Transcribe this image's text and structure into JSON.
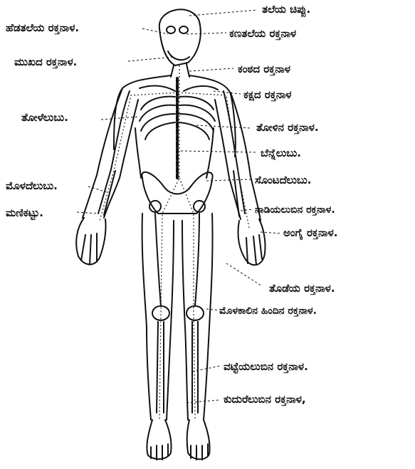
{
  "labels": {
    "skull": "ತಲೆಯ ಚಿಪ್ಪು.",
    "temporal_artery": "ಹೆಡತಲೆಯ ರಕ್ತನಾಳ.",
    "forehead_artery": "ಕಣತಲೆಯ ರಕ್ತನಾಳ",
    "facial_artery": "ಮುಖದ ರಕ್ತನಾಳ.",
    "neck_artery": "ಕಂಠದ ರಕ್ತನಾಳ",
    "chest_artery": "ಕಕ್ಷದ ರಕ್ತನಾಳ",
    "shoulder_bone": "ತೋಳೆಲುಬು.",
    "arm_artery": "ತೋಳಿನ ರಕ್ತನಾಳ.",
    "spine": "ಬೆನ್ನೆಲುಬು.",
    "forearm_bone": "ಮೊಳದೆಲುಬು.",
    "hip_bone": "ಸೊಂಟದೆಲುಬು.",
    "wrist": "ಮಣಿಕಟ್ಟು.",
    "radial_artery": "ನಾಡಿಯಲುಬಿನ ರಕ್ತನಾಳ.",
    "finger_artery": "ಅಂಗೈ ರಕ್ತನಾಳ.",
    "thigh_artery": "ತೊಡೆಯ ರಕ್ತನಾಳ.",
    "popliteal_artery": "ಮೊಳಕಾಲಿನ ಹಿಂದಿನ ರಕ್ತನಾಳ.",
    "tibial_artery": "ವಟ್ಟೆಯಲುಬಿನ ರಕ್ತನಾಳ.",
    "ankle_artery": "ಕುದುರೆಲುಬಿನ ರಕ್ತನಾಳ,"
  }
}
